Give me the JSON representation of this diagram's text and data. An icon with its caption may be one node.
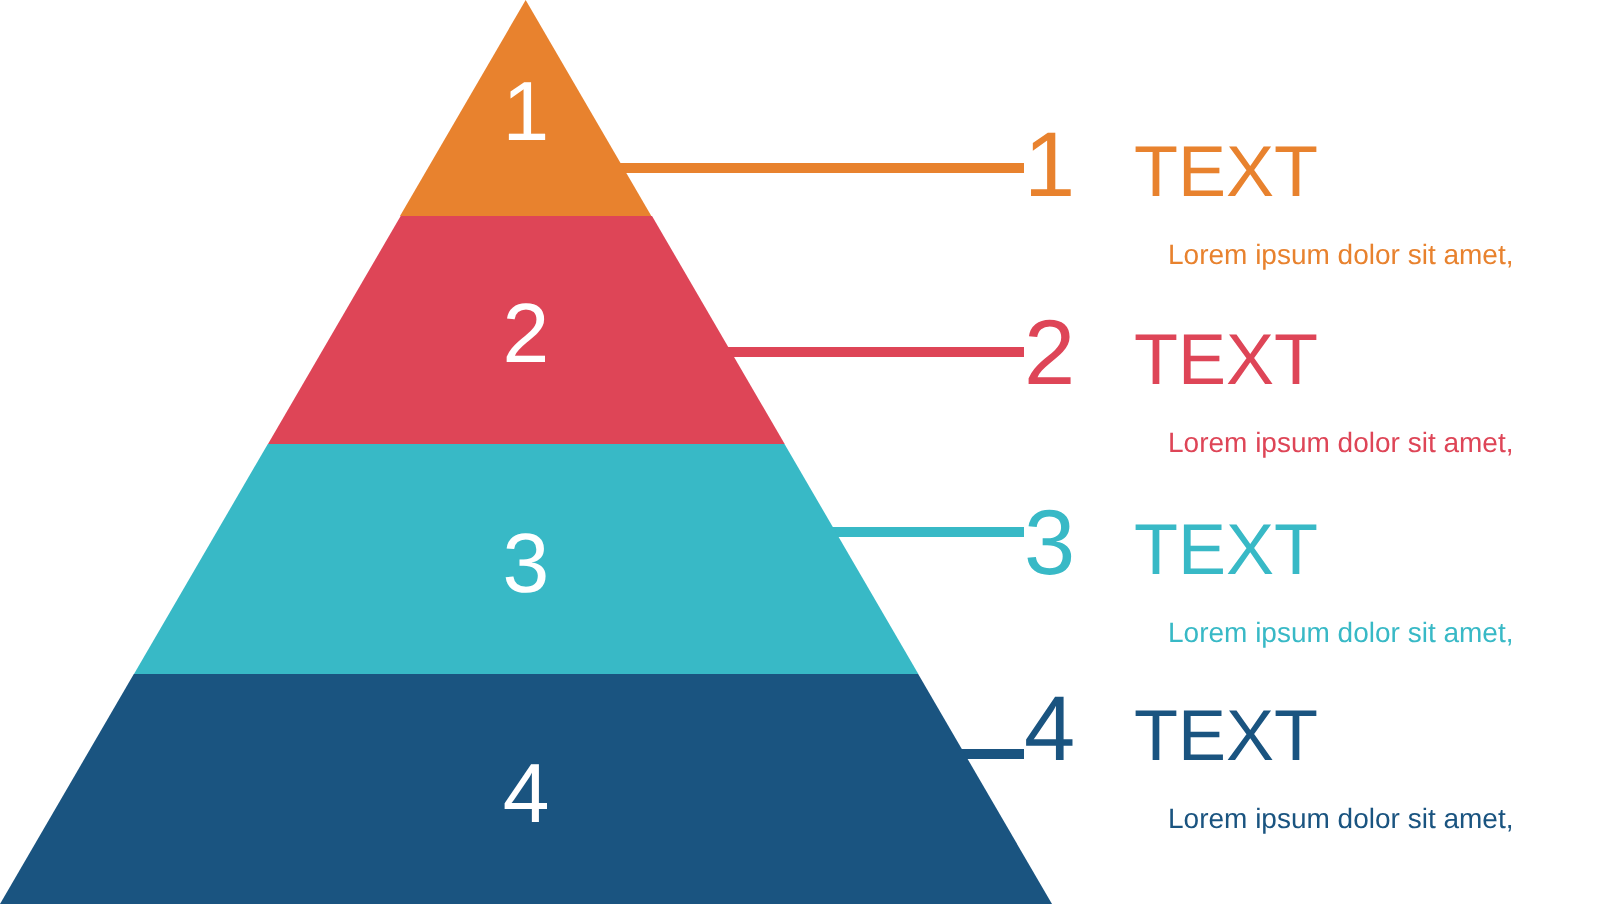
{
  "diagram": {
    "nodes": [
      {
        "text": [
          "1"
        ]
      },
      {
        "text": [
          "2"
        ]
      },
      {
        "text": [
          "3"
        ]
      },
      {
        "text": [
          "4"
        ]
      },
      {
        "text": [
          "1",
          "TEXT",
          "Lorem ipsum dolor sit amet,"
        ]
      },
      {
        "text": [
          "2",
          "TEXT",
          "Lorem ipsum dolor sit amet,"
        ]
      },
      {
        "text": [
          "3",
          "TEXT",
          "Lorem ipsum dolor sit amet,"
        ]
      },
      {
        "text": [
          "4",
          "TEXT",
          "Lorem ipsum dolor sit amet,"
        ]
      }
    ],
    "edges": [
      {
        "from": 0,
        "to": 4,
        "arrow": "none",
        "color": "#e8822e"
      },
      {
        "from": 1,
        "to": 5,
        "arrow": "none",
        "color": "#de4557"
      },
      {
        "from": 2,
        "to": 6,
        "arrow": "none",
        "color": "#38b9c6"
      },
      {
        "from": 3,
        "to": 7,
        "arrow": "none",
        "color": "#1a5480"
      }
    ]
  }
}
